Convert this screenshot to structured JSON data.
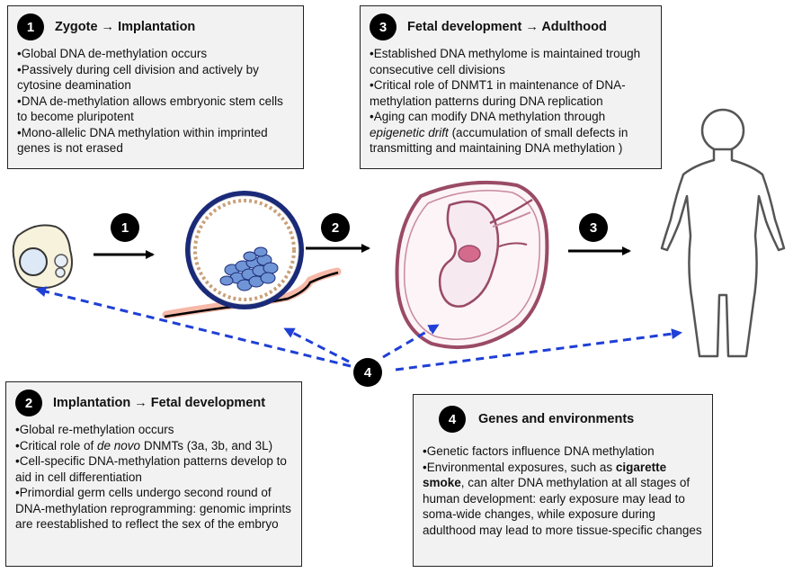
{
  "boxes": {
    "b1": {
      "num": "1",
      "title": "Zygote → Implantation",
      "bullets": [
        "Global DNA de-methylation occurs",
        "Passively during cell division and actively by cytosine deamination",
        "DNA de-methylation allows embryonic stem cells to become pluripotent",
        "Mono-allelic DNA methylation within imprinted genes is not erased"
      ]
    },
    "b3": {
      "num": "3",
      "title": "Fetal development → Adulthood",
      "bullets": [
        "Established DNA methylome is maintained trough consecutive cell divisions",
        "Critical role of DNMT1 in maintenance of DNA-methylation patterns during DNA replication"
      ],
      "b3_pre": "Aging can modify DNA methylation through ",
      "b3_em": "epigenetic drift",
      "b3_post": " (accumulation of small defects in transmitting and maintaining DNA methylation )"
    },
    "b2": {
      "num": "2",
      "title": "Implantation → Fetal development",
      "b1": "Global re-methylation occurs",
      "b2_pre": "Critical role of ",
      "b2_em": "de novo",
      "b2_post": " DNMTs (3a, 3b, and 3L)",
      "b3": "Cell-specific DNA-methylation patterns develop to aid in cell differentiation",
      "b4": "Primordial germ cells undergo second round of DNA-methylation reprogramming: genomic imprints are reestablished to reflect the sex of the embryo"
    },
    "b4": {
      "num": "4",
      "title": "Genes and environments",
      "b1": "Genetic factors influence DNA methylation",
      "b2_pre": "Environmental exposures, such as ",
      "b2_bold": "cigarette smoke",
      "b2_post": ", can alter DNA methylation at all stages of human development: early exposure may lead to soma-wide changes, while exposure during adulthood may lead to more tissue-specific changes"
    }
  },
  "steps": {
    "s1": "1",
    "s2": "2",
    "s3": "3",
    "s4": "4"
  },
  "colors": {
    "dashed_arrow": "#1f3fd6",
    "cell_membrane": "#6b6b6b",
    "blastocyst_ring": "#1a2a78",
    "inner_cell_mass": "#6f95d6",
    "uterine_wall": "#f6b8a8",
    "fetus_outline": "#9a4a66",
    "fetus_fill": "#f6eaf0"
  }
}
